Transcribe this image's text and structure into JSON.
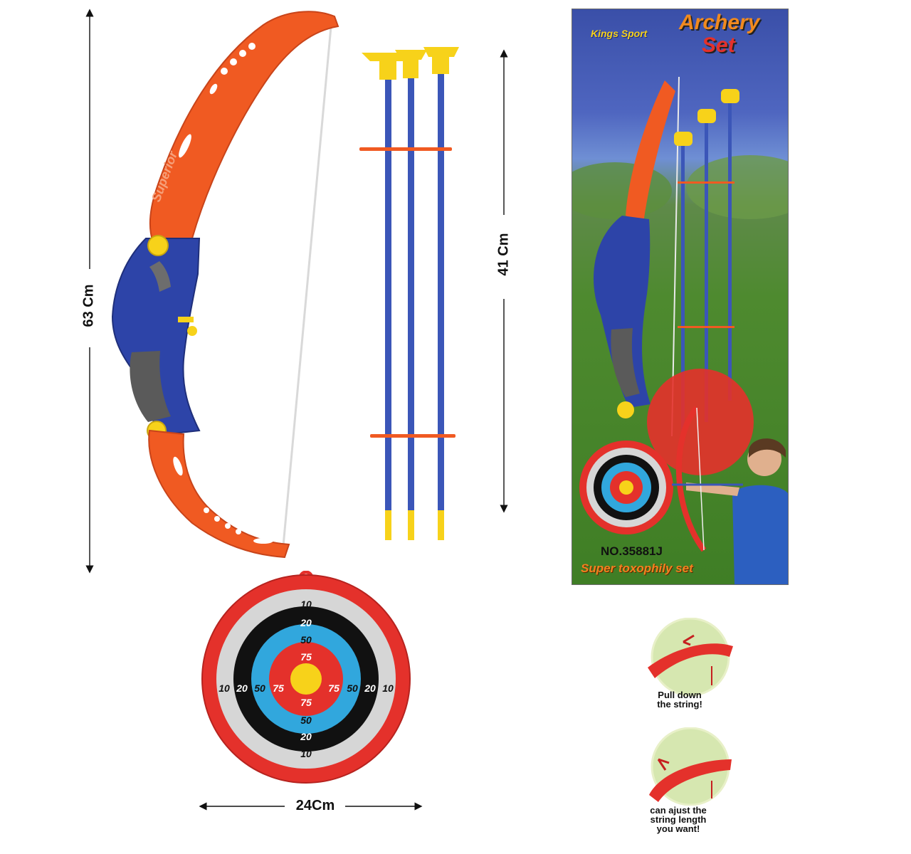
{
  "dimensions": {
    "bow_height": "63 Cm",
    "arrow_length": "41 Cm",
    "target_width": "24Cm"
  },
  "target": {
    "rings": {
      "outer": "10",
      "second": "20",
      "third": "50",
      "inner": "75"
    }
  },
  "package": {
    "brand": "Kings Sport",
    "title_line1": "Archery",
    "title_line2": "Set",
    "model": "NO.35881J",
    "slogan": "Super toxophily set"
  },
  "bow_print": "Superior",
  "instructions": [
    {
      "caption_line1": "Pull down",
      "caption_line2": "the string!"
    },
    {
      "caption_line1": "can ajust the",
      "caption_line2": "string length",
      "caption_line3": "you want!"
    }
  ],
  "colors": {
    "bow_orange": "#f05a22",
    "grip_blue": "#2d44a8",
    "arrow_blue": "#3b56b8",
    "suction_yellow": "#f7d21a",
    "target_red": "#e4312b",
    "target_black": "#111111",
    "target_cyan": "#31a7dd",
    "target_grey": "#d6d6d6"
  }
}
